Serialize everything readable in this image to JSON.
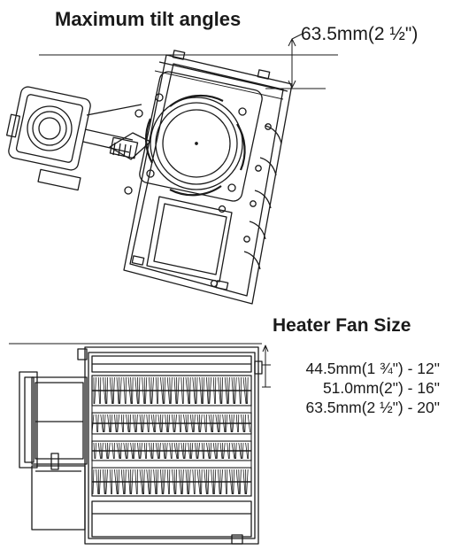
{
  "top_view": {
    "title": "Maximum tilt angles",
    "dimension": "63.5mm(2 ½\")"
  },
  "bottom_view": {
    "title": "Heater Fan Size",
    "dimensions": [
      "44.5mm(1 ¾\") - 12\"",
      "51.0mm(2\") - 16\"",
      "63.5mm(2 ½\") - 20\""
    ]
  }
}
